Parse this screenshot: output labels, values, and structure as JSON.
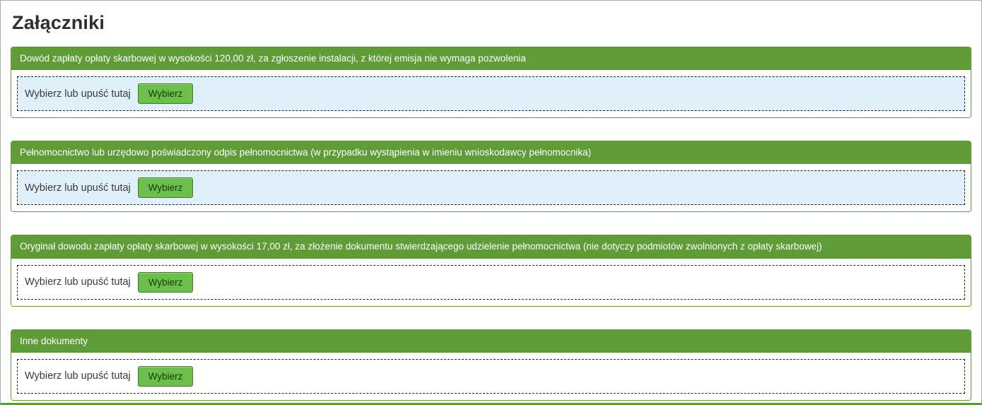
{
  "title": "Załączniki",
  "colors": {
    "header_green": "#5f9b36",
    "button_green": "#6cbf4b",
    "button_border": "#3f7d23",
    "dropzone_blue": "#dff0fa",
    "page_border": "#a9a9a9"
  },
  "panels": [
    {
      "header": "Dowód zapłaty opłaty skarbowej w wysokości 120,00 zł, za zgłoszenie instalacji, z której emisja nie wymaga pozwolenia",
      "dropzone_label": "Wybierz lub upuść tutaj",
      "button_label": "Wybierz",
      "dropzone_style": "blue"
    },
    {
      "header": "Pełnomocnictwo lub urzędowo poświadczony odpis pełnomocnictwa (w przypadku wystąpienia w imieniu wnioskodawcy pełnomocnika)",
      "dropzone_label": "Wybierz lub upuść tutaj",
      "button_label": "Wybierz",
      "dropzone_style": "blue"
    },
    {
      "header": "Oryginał dowodu zapłaty opłaty skarbowej w wysokości 17,00 zł, za złożenie dokumentu stwierdzającego udzielenie pełnomocnictwa (nie dotyczy podmiotów zwolnionych z opłaty skarbowej)",
      "dropzone_label": "Wybierz lub upuść tutaj",
      "button_label": "Wybierz",
      "dropzone_style": "white"
    },
    {
      "header": "Inne dokumenty",
      "dropzone_label": "Wybierz lub upuść tutaj",
      "button_label": "Wybierz",
      "dropzone_style": "white"
    }
  ]
}
